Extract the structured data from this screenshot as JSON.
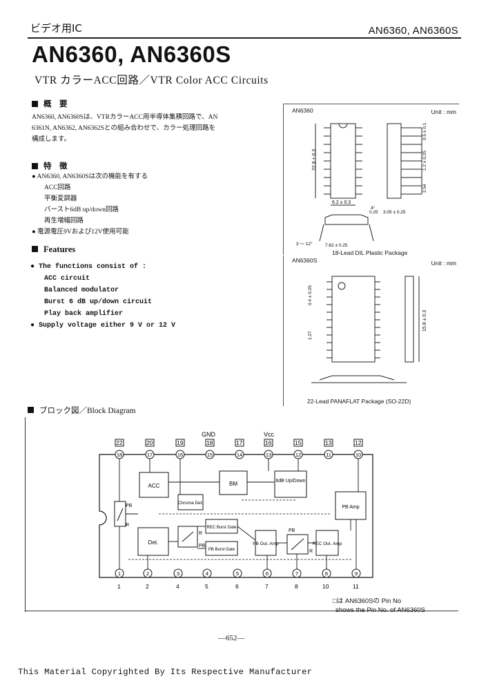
{
  "header": {
    "category": "ビデオ用IC",
    "part_numbers": "AN6360, AN6360S"
  },
  "title": "AN6360, AN6360S",
  "subtitle": "VTR カラーACC回路／VTR Color ACC Circuits",
  "overview": {
    "heading": "概　要",
    "text_lines": [
      "AN6360, AN6360Sは、VTRカラーACC用半導体集積回路で、AN",
      "6361N, AN6362, AN6362Sとの組み合わせで、カラー処理回路を",
      "構成します。"
    ]
  },
  "features_jp": {
    "heading": "特　徴",
    "items": [
      "● AN6360, AN6360Sは次の機能を有する",
      "ACC回路",
      "平衡変調器",
      "バースト6dB up/down回路",
      "再生増幅回路",
      "● 電源電圧9Vおよび12V使用可能"
    ]
  },
  "features_en": {
    "heading": "Features",
    "items": [
      "● The functions consist of :",
      "ACC circuit",
      "Balanced modulator",
      "Burst 6 dB up/down circuit",
      "Play back amplifier",
      "● Supply voltage either 9 V or 12 V"
    ]
  },
  "package_an6360": {
    "label": "AN6360",
    "unit": "Unit : mm",
    "caption": "18-Lead DIL Plastic Package",
    "dims": [
      "22.8 ± 0.3",
      "6.2 ± 0.3",
      "0.5 ± 0.1",
      "1.2 ± 0.25",
      "2.54",
      "3.05 ± 0.25",
      "0.25",
      "7.62 ± 0.25",
      "3 ～ 12°",
      "4°"
    ]
  },
  "package_an6360s": {
    "label": "AN6360S",
    "unit": "Unit : mm",
    "caption": "22-Lead PANAFLAT Package (SO-22D)",
    "dims": [
      "0.4 ± 0.25",
      "1.27",
      "15.8 ± 0.3"
    ]
  },
  "block_diagram": {
    "title": "ブロック図／Block Diagram",
    "supply_labels": [
      "GND",
      "Vcc"
    ],
    "top_pins_an6360s": [
      "22",
      "20",
      "19",
      "18",
      "17",
      "16",
      "15",
      "13",
      "12"
    ],
    "top_pins_an6360": [
      "18",
      "17",
      "16",
      "15",
      "14",
      "13",
      "12",
      "11",
      "10"
    ],
    "bottom_pins_an6360": [
      "1",
      "2",
      "3",
      "4",
      "5",
      "6",
      "7",
      "8",
      "9"
    ],
    "bottom_pins_an6360s": [
      "1",
      "2",
      "4",
      "5",
      "6",
      "7",
      "8",
      "10",
      "11"
    ],
    "blocks": [
      "ACC",
      "BM",
      "6dB Up/Down",
      "Chroma Det.",
      "PB Amp",
      "Det.",
      "REC Burst Gate",
      "PB Burst Gate",
      "PB Out. Amp",
      "REC Out. Amp"
    ],
    "switch_labels": [
      "PB",
      "R",
      "R",
      "PB",
      "PB",
      "R"
    ],
    "note_lines": [
      "□は AN6360Sの Pin No",
      "shows the Pin No. of AN6360S"
    ]
  },
  "footer": {
    "page_number": "—652—",
    "copyright": "This Material Copyrighted By Its Respective Manufacturer"
  }
}
